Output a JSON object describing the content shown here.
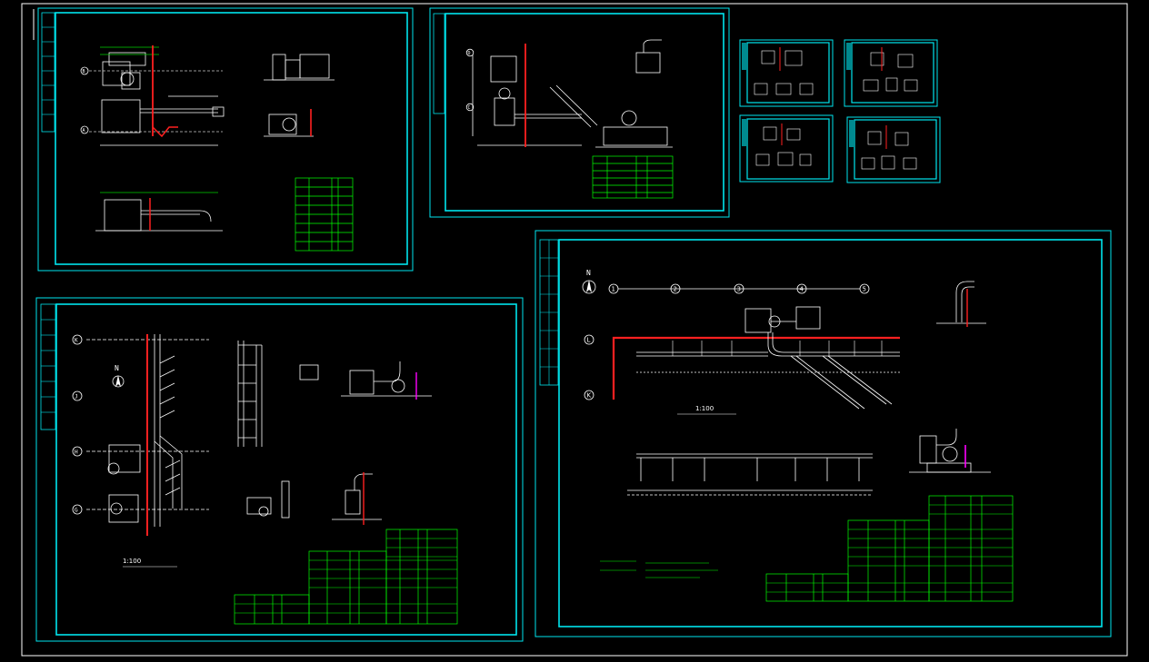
{
  "colors": {
    "background": "#000000",
    "frame": "#00e5ee",
    "pipe_white": "#ffffff",
    "wall_red": "#ff2020",
    "table_green": "#00ff00",
    "magenta": "#ff00ff",
    "dim_green": "#00d000"
  },
  "sheets": {
    "tl": {
      "axis_labels": [
        "B",
        "A"
      ],
      "title": "",
      "section_a": "",
      "section_b": ""
    },
    "tm": {
      "axis_labels": [
        "D",
        "C"
      ]
    },
    "bl": {
      "axis_labels": [
        "K",
        "J",
        "H",
        "G"
      ],
      "north": "N",
      "scale": "1:100"
    },
    "br": {
      "axis_labels": [
        "1",
        "2",
        "3",
        "4",
        "5",
        "L",
        "K"
      ],
      "north": "N",
      "scale": "1:100"
    }
  },
  "icons": [
    "north-arrow-icon"
  ]
}
